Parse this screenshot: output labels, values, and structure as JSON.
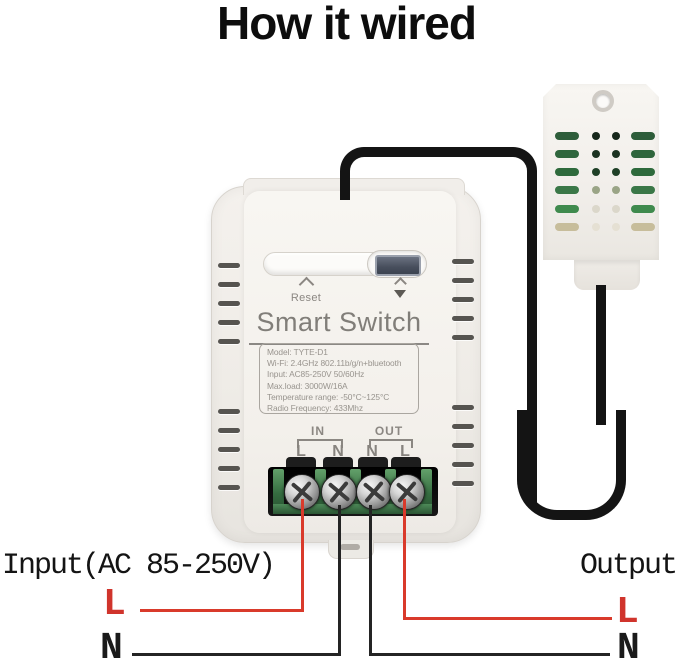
{
  "title": "How it wired",
  "device": {
    "reset_label": "Reset",
    "brand": "Smart Switch",
    "specs": [
      "Model: TYTE-D1",
      "Wi-Fi: 2.4GHz 802.11b/g/n+bluetooth",
      "Input: AC85-250V 50/60Hz",
      "Max.load: 3000W/16A",
      "Temperature range: -50°C~125°C",
      "Radio Frequency: 433Mhz"
    ],
    "terminals": {
      "in_label": "IN",
      "out_label": "OUT",
      "pins": [
        "L",
        "N",
        "N",
        "L"
      ]
    }
  },
  "wiring": {
    "input_title": "Input(AC 85-250V)",
    "output_title": "Output",
    "input_live": "L",
    "input_neutral": "N",
    "output_live": "L",
    "output_neutral": "N"
  },
  "icons": {
    "reset_indicator": "chevron-up",
    "pairing_indicator": "chevron-up-over-triangle-down",
    "sensor_mount": "round-hole"
  },
  "colors": {
    "live_wire": "#d93a2b",
    "neutral_wire": "#242424",
    "cable": "#141414",
    "terminal_green": "#3c7a49",
    "power_button": "#474e5c",
    "device_text_gray": "#8b8782",
    "title_black": "#0d0d0d"
  }
}
